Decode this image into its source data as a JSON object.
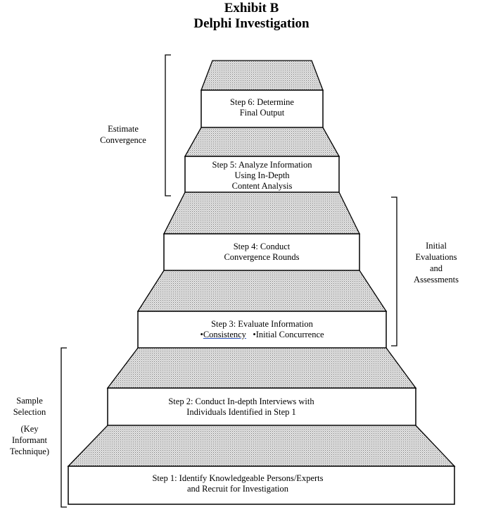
{
  "exhibit_title": "Exhibit B",
  "exhibit_subtitle": "Delphi Investigation",
  "steps": [
    {
      "lines": [
        "Step 1:  Identify Knowledgeable Persons/Experts",
        "and Recruit for Investigation"
      ]
    },
    {
      "lines": [
        "Step 2:  Conduct In-depth Interviews with",
        "Individuals Identified in Step 1"
      ]
    },
    {
      "lines": [
        "Step 3:  Evaluate Information"
      ],
      "bullets": [
        "Consistency",
        "Initial Concurrence"
      ]
    },
    {
      "lines": [
        "Step 4:  Conduct",
        "Convergence Rounds"
      ]
    },
    {
      "lines": [
        "Step 5:  Analyze Information",
        "Using In-Depth",
        "Content Analysis"
      ]
    },
    {
      "lines": [
        "Step 6:  Determine",
        "Final Output"
      ]
    }
  ],
  "phases": [
    {
      "lines": [
        "Estimate",
        "Convergence"
      ]
    },
    {
      "lines": [
        "Initial",
        "Evaluations",
        "and",
        "Assessments"
      ]
    },
    {
      "lines": [
        "Sample",
        "Selection",
        "",
        "(Key",
        "Informant",
        "Technique)"
      ]
    }
  ],
  "bullet_char": "•"
}
